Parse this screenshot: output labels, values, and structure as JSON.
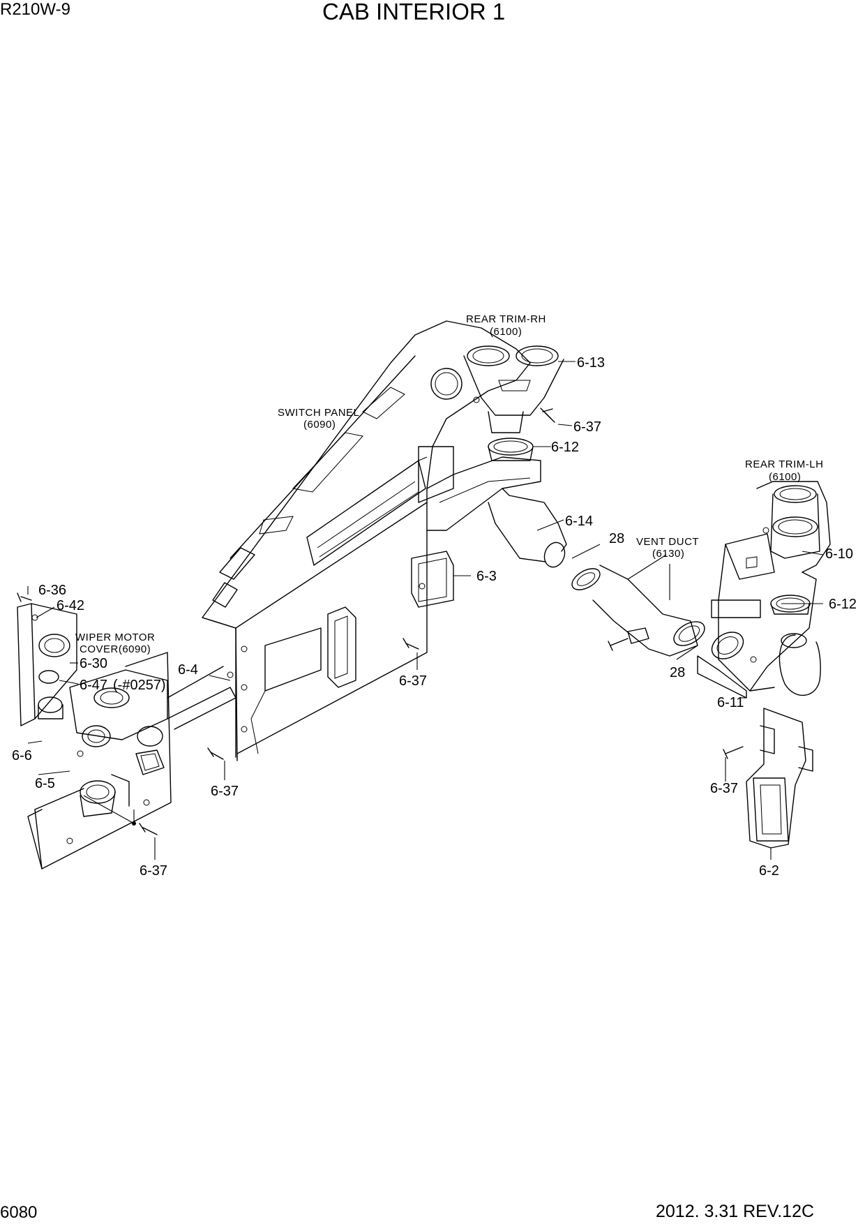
{
  "header": {
    "model": "R210W-9",
    "title": "CAB INTERIOR 1"
  },
  "footer": {
    "page": "6080",
    "date_rev": "2012. 3.31  REV.12C"
  },
  "notes": {
    "rear_trim_rh": "REAR TRIM-RH",
    "rear_trim_rh_ref": "(6100)",
    "rear_trim_lh": "REAR TRIM-LH",
    "rear_trim_lh_ref": "(6100)",
    "switch_panel": "SWITCH PANEL",
    "switch_panel_ref": "(6090)",
    "vent_duct": "VENT DUCT",
    "vent_duct_ref": "(6130)",
    "wiper_motor": "WIPER MOTOR",
    "wiper_cover": "COVER(6090)"
  },
  "callouts": {
    "c_6_13": "6-13",
    "c_6_37_a": "6-37",
    "c_6_12_a": "6-12",
    "c_6_14": "6-14",
    "c_28_a": "28",
    "c_6_10": "6-10",
    "c_6_12_b": "6-12",
    "c_6_3": "6-3",
    "c_6_36": "6-36",
    "c_6_42": "6-42",
    "c_6_30": "6-30",
    "c_6_47": "6-47",
    "c_6_47_note": "(-#0257)",
    "c_6_4": "6-4",
    "c_6_37_b": "6-37",
    "c_28_b": "28",
    "c_6_11": "6-11",
    "c_6_6": "6-6",
    "c_6_5": "6-5",
    "c_6_37_c": "6-37",
    "c_6_37_d": "6-37",
    "c_6_37_e": "6-37",
    "c_6_2": "6-2"
  }
}
